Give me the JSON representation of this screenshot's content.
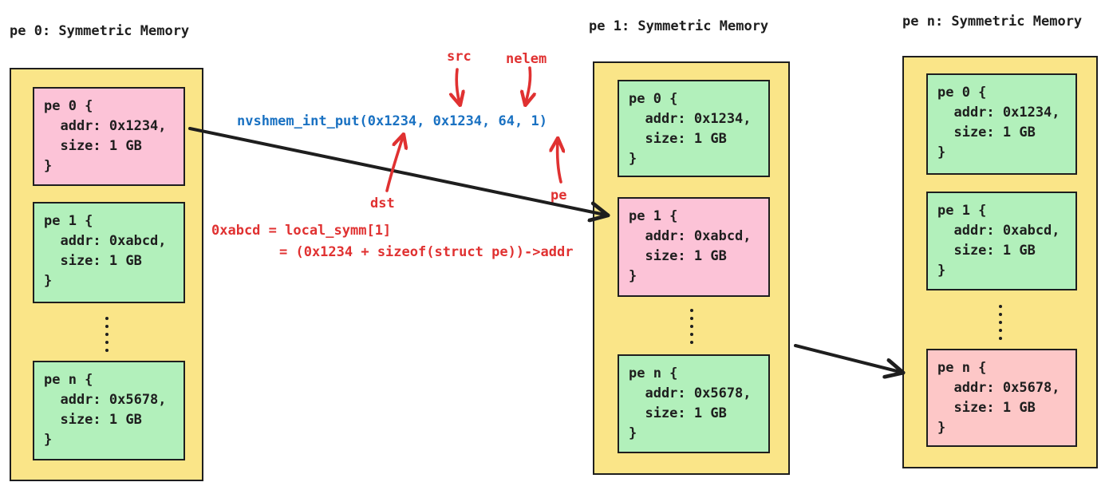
{
  "columns": [
    {
      "title": "pe 0: Symmetric Memory",
      "blocks": [
        {
          "lines": [
            "pe 0 {",
            "  addr: 0x1234,",
            "  size: 1 GB",
            "}"
          ],
          "fill": "#fcc3d7"
        },
        {
          "lines": [
            "pe 1 {",
            "  addr: 0xabcd,",
            "  size: 1 GB",
            "}"
          ],
          "fill": "#b2f0bb"
        },
        {
          "lines": [
            "pe n {",
            "  addr: 0x5678,",
            "  size: 1 GB",
            "}"
          ],
          "fill": "#b2f0bb"
        }
      ]
    },
    {
      "title": "pe 1: Symmetric Memory",
      "blocks": [
        {
          "lines": [
            "pe 0 {",
            "  addr: 0x1234,",
            "  size: 1 GB",
            "}"
          ],
          "fill": "#b2f0bb"
        },
        {
          "lines": [
            "pe 1 {",
            "  addr: 0xabcd,",
            "  size: 1 GB",
            "}"
          ],
          "fill": "#fcc3d7"
        },
        {
          "lines": [
            "pe n {",
            "  addr: 0x5678,",
            "  size: 1 GB",
            "}"
          ],
          "fill": "#b2f0bb"
        }
      ]
    },
    {
      "title": "pe n: Symmetric Memory",
      "blocks": [
        {
          "lines": [
            "pe 0 {",
            "  addr: 0x1234,",
            "  size: 1 GB",
            "}"
          ],
          "fill": "#b2f0bb"
        },
        {
          "lines": [
            "pe 1 {",
            "  addr: 0xabcd,",
            "  size: 1 GB",
            "}"
          ],
          "fill": "#b2f0bb"
        },
        {
          "lines": [
            "pe n {",
            "  addr: 0x5678,",
            "  size: 1 GB",
            "}"
          ],
          "fill": "#fdc7c7"
        }
      ]
    }
  ],
  "code": {
    "call": "nvshmem_int_put(0x1234, 0x1234, 64, 1)",
    "note_line1": "0xabcd = local_symm[1]",
    "note_line2": "= (0x1234 + sizeof(struct pe))->addr"
  },
  "arg_labels": {
    "src": "src",
    "nelem": "nelem",
    "dst": "dst",
    "pe": "pe"
  },
  "colors": {
    "column_fill": "#fae588",
    "block_green": "#b2f0bb",
    "block_pink": "#fcc3d7",
    "block_salmon": "#fdc7c7",
    "stroke": "#1e1e1e",
    "code_blue": "#1971c2",
    "annotation_red": "#e03131"
  }
}
